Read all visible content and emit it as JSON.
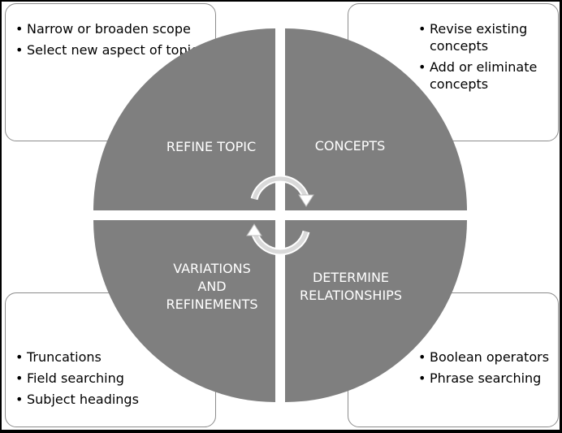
{
  "quadrants": {
    "top_left": {
      "label": "REFINE TOPIC",
      "bullets": [
        "Narrow or broaden scope",
        "Select new aspect of topic"
      ]
    },
    "top_right": {
      "label": "CONCEPTS",
      "bullets": [
        "Revise existing concepts",
        "Add or eliminate concepts"
      ]
    },
    "bottom_left": {
      "label_lines": [
        "VARIATIONS",
        "AND",
        "REFINEMENTS"
      ],
      "bullets": [
        "Truncations",
        "Field searching",
        "Subject headings"
      ]
    },
    "bottom_right": {
      "label_lines": [
        "DETERMINE",
        "RELATIONSHIPS"
      ],
      "bullets": [
        "Boolean operators",
        "Phrase searching"
      ]
    }
  },
  "colors": {
    "quadrant_fill": "#7f7f7f",
    "box_border": "#8c8c8c",
    "frame": "#000000"
  },
  "icons": {
    "center": "cycle-arrows-icon"
  }
}
